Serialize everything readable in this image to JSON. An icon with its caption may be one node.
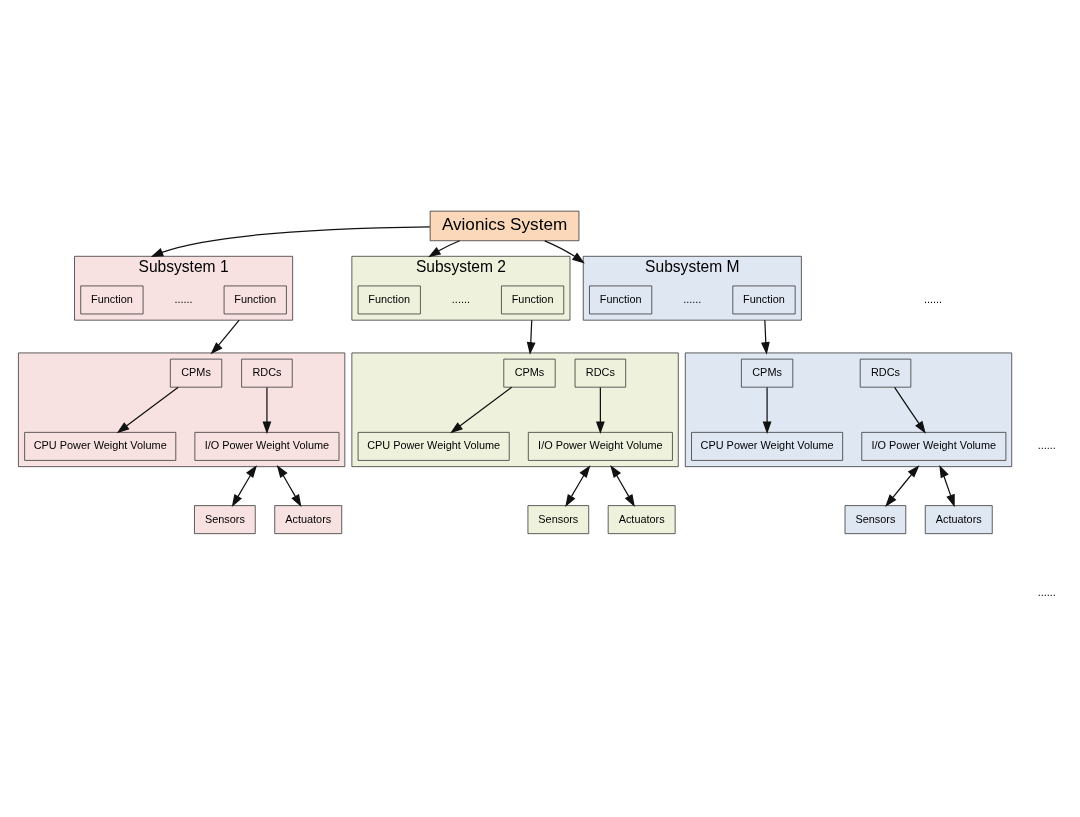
{
  "diagram": {
    "nodes": [
      {
        "text": [
          "Avionics System"
        ]
      },
      {
        "text": [
          "Subsystem 1"
        ]
      },
      {
        "text": [
          "Function"
        ],
        "in": 1
      },
      {
        "text": [
          "Function"
        ],
        "in": 1
      },
      {
        "text": [],
        "shape": "box"
      },
      {
        "text": [
          "CPMs"
        ],
        "in": 4
      },
      {
        "text": [
          "RDCs"
        ],
        "in": 4
      },
      {
        "text": [
          "CPU Power Weight Volume"
        ],
        "in": 4
      },
      {
        "text": [
          "I/O Power Weight Volume"
        ],
        "in": 4
      },
      {
        "text": [
          "Sensors"
        ]
      },
      {
        "text": [
          "Actuators"
        ]
      },
      {
        "text": [
          "Subsystem 2"
        ]
      },
      {
        "text": [
          "Function"
        ],
        "in": 11
      },
      {
        "text": [
          "Function"
        ],
        "in": 11
      },
      {
        "text": [],
        "shape": "box"
      },
      {
        "text": [
          "CPMs"
        ],
        "in": 14
      },
      {
        "text": [
          "RDCs"
        ],
        "in": 14
      },
      {
        "text": [
          "CPU Power Weight Volume"
        ],
        "in": 14
      },
      {
        "text": [
          "I/O Power Weight Volume"
        ],
        "in": 14
      },
      {
        "text": [
          "Sensors"
        ]
      },
      {
        "text": [
          "Actuators"
        ]
      },
      {
        "text": [
          "Subsystem M"
        ]
      },
      {
        "text": [
          "Function"
        ],
        "in": 21
      },
      {
        "text": [
          "Function"
        ],
        "in": 21
      },
      {
        "text": [],
        "shape": "box"
      },
      {
        "text": [
          "CPMs"
        ],
        "in": 24
      },
      {
        "text": [
          "RDCs"
        ],
        "in": 24
      },
      {
        "text": [
          "CPU Power Weight Volume"
        ],
        "in": 24
      },
      {
        "text": [
          "I/O Power Weight Volume"
        ],
        "in": 24
      },
      {
        "text": [
          "Sensors"
        ]
      },
      {
        "text": [
          "Actuators"
        ]
      }
    ],
    "edges": [
      {
        "from": 0,
        "to": 1,
        "arrow": "to"
      },
      {
        "from": 0,
        "to": 11,
        "arrow": "to"
      },
      {
        "from": 0,
        "to": 21,
        "arrow": "to"
      },
      {
        "from": 1,
        "to": 4,
        "arrow": "to"
      },
      {
        "from": 5,
        "to": 7,
        "arrow": "to"
      },
      {
        "from": 6,
        "to": 8,
        "arrow": "to"
      },
      {
        "from": 4,
        "to": 9,
        "arrow": "both"
      },
      {
        "from": 4,
        "to": 10,
        "arrow": "both"
      },
      {
        "from": 11,
        "to": 14,
        "arrow": "to"
      },
      {
        "from": 15,
        "to": 17,
        "arrow": "to"
      },
      {
        "from": 16,
        "to": 18,
        "arrow": "to"
      },
      {
        "from": 14,
        "to": 19,
        "arrow": "both"
      },
      {
        "from": 14,
        "to": 20,
        "arrow": "both"
      },
      {
        "from": 21,
        "to": 24,
        "arrow": "to"
      },
      {
        "from": 25,
        "to": 27,
        "arrow": "to"
      },
      {
        "from": 26,
        "to": 28,
        "arrow": "to"
      },
      {
        "from": 24,
        "to": 29,
        "arrow": "both"
      },
      {
        "from": 24,
        "to": 30,
        "arrow": "both"
      }
    ],
    "labels": [
      "......",
      "......",
      "......",
      "......",
      "......",
      "......"
    ]
  }
}
